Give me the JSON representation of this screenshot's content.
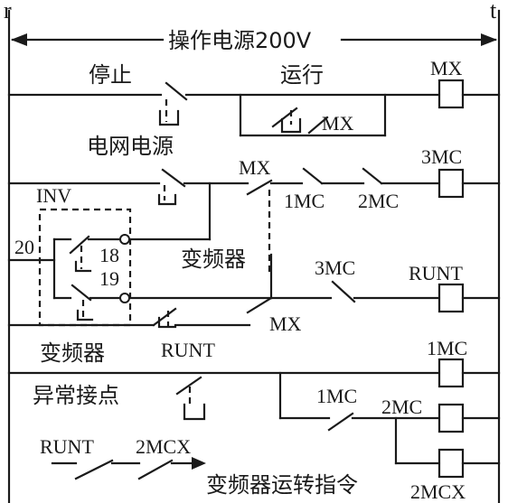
{
  "rails": {
    "left": "r",
    "right": "t",
    "supply": "操作电源200V"
  },
  "labels": {
    "stop": "停止",
    "run": "运行",
    "mx_coil": "MX",
    "mx_hold": "MX",
    "grid_power": "电网电源",
    "mx_contact": "MX",
    "c1mc_contact": "1MC",
    "c2mc_contact": "2MC",
    "mc3_coil": "3MC",
    "inv": "INV",
    "t20": "20",
    "t18": "18",
    "t19": "19",
    "inverter_mid": "变频器",
    "mc3_contact": "3MC",
    "runt_coil": "RUNT",
    "mx_contact2": "MX",
    "inverter_left": "变频器",
    "runt_contact": "RUNT",
    "mc1_coil": "1MC",
    "fault_contact": "异常接点",
    "mc1_contact": "1MC",
    "mc2_coil": "2MC",
    "runt_bottom": "RUNT",
    "mcx2_bottom": "2MCX",
    "mcx2_coil": "2MCX",
    "run_command": "变频器运转指令"
  }
}
